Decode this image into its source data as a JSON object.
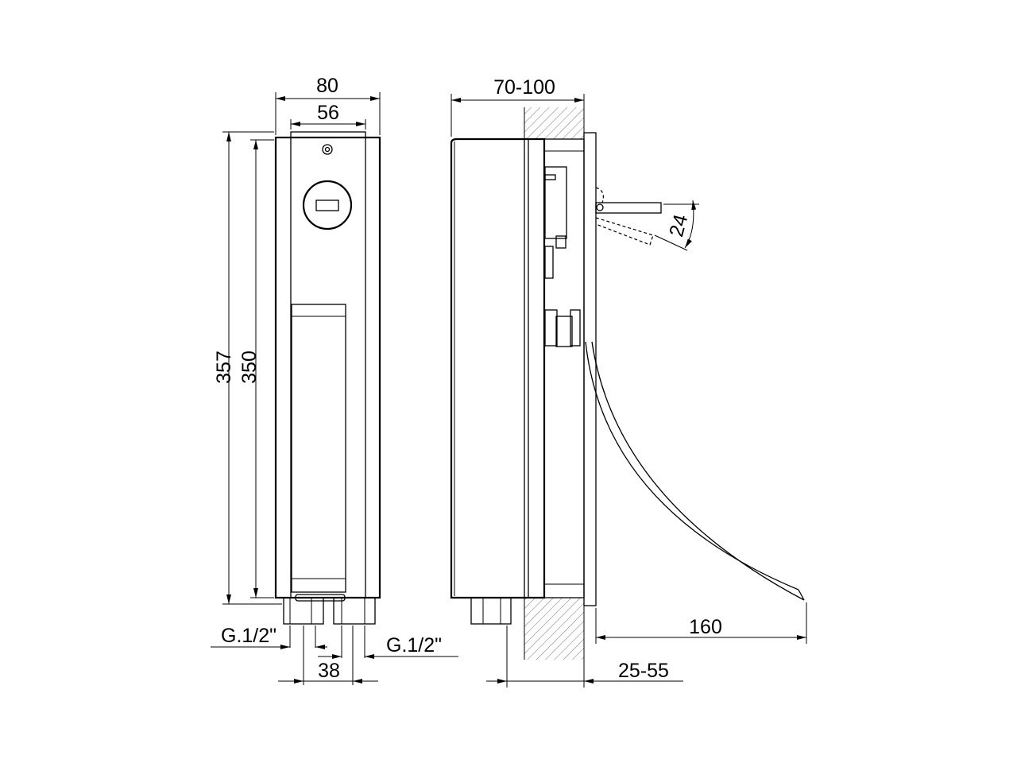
{
  "dimensions": {
    "front_width_outer": "80",
    "front_width_inner": "56",
    "height_total": "357",
    "height_inner": "350",
    "connection_left": "G.1/2\"",
    "connection_right": "G.1/2\"",
    "connection_spacing": "38",
    "depth_range": "70-100",
    "lever_angle": "24",
    "hose_reach": "160",
    "wall_offset_range": "25-55"
  },
  "colors": {
    "line": "#000000",
    "background": "#ffffff"
  }
}
